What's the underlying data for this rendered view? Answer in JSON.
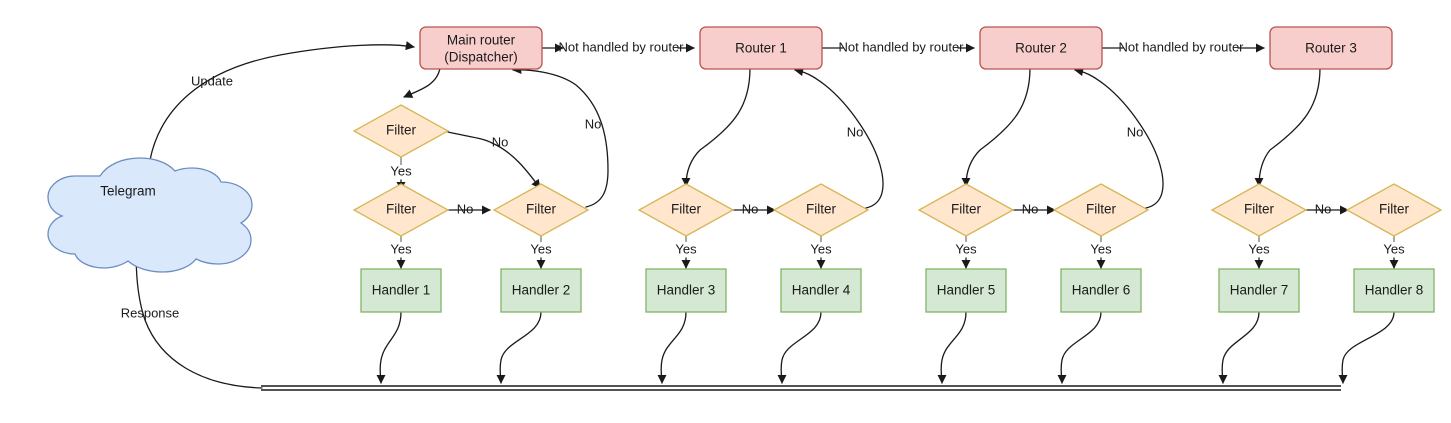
{
  "diagram": {
    "title": "Telegram bot router dispatch flow",
    "colors": {
      "router_fill": "#f8cecc",
      "router_stroke": "#b85450",
      "filter_fill": "#ffe6cc",
      "filter_stroke": "#d6b656",
      "handler_fill": "#d5e8d4",
      "handler_stroke": "#82b366",
      "cloud_fill": "#dae8fc",
      "cloud_stroke": "#6c8ebf",
      "edge_stroke": "#1a1a1a"
    },
    "source": {
      "name": "telegram-cloud",
      "label": "Telegram"
    },
    "routers": [
      {
        "name": "main-router",
        "label_line1": "Main router",
        "label_line2": "(Dispatcher)"
      },
      {
        "name": "router-1",
        "label_line1": "Router 1",
        "label_line2": ""
      },
      {
        "name": "router-2",
        "label_line1": "Router 2",
        "label_line2": ""
      },
      {
        "name": "router-3",
        "label_line1": "Router 3",
        "label_line2": ""
      }
    ],
    "filters": [
      {
        "name": "filter-a",
        "label": "Filter"
      },
      {
        "name": "filter-1",
        "label": "Filter"
      },
      {
        "name": "filter-2",
        "label": "Filter"
      },
      {
        "name": "filter-3",
        "label": "Filter"
      },
      {
        "name": "filter-4",
        "label": "Filter"
      },
      {
        "name": "filter-5",
        "label": "Filter"
      },
      {
        "name": "filter-6",
        "label": "Filter"
      },
      {
        "name": "filter-7",
        "label": "Filter"
      },
      {
        "name": "filter-8",
        "label": "Filter"
      }
    ],
    "handlers": [
      {
        "name": "handler-1",
        "label": "Handler 1"
      },
      {
        "name": "handler-2",
        "label": "Handler 2"
      },
      {
        "name": "handler-3",
        "label": "Handler 3"
      },
      {
        "name": "handler-4",
        "label": "Handler 4"
      },
      {
        "name": "handler-5",
        "label": "Handler 5"
      },
      {
        "name": "handler-6",
        "label": "Handler 6"
      },
      {
        "name": "handler-7",
        "label": "Handler 7"
      },
      {
        "name": "handler-8",
        "label": "Handler 8"
      }
    ],
    "edge_labels": {
      "update": "Update",
      "response": "Response",
      "not_handled": "Not handled by router",
      "yes": "Yes",
      "no": "No"
    },
    "not_handled_labels": [
      "Not handled by router",
      "Not handled by router",
      "Not handled by router"
    ],
    "yes_labels": [
      "Yes",
      "Yes",
      "Yes",
      "Yes",
      "Yes",
      "Yes",
      "Yes",
      "Yes",
      "Yes"
    ],
    "no_labels": [
      "No",
      "No",
      "No",
      "No",
      "No",
      "No",
      "No",
      "No"
    ]
  }
}
